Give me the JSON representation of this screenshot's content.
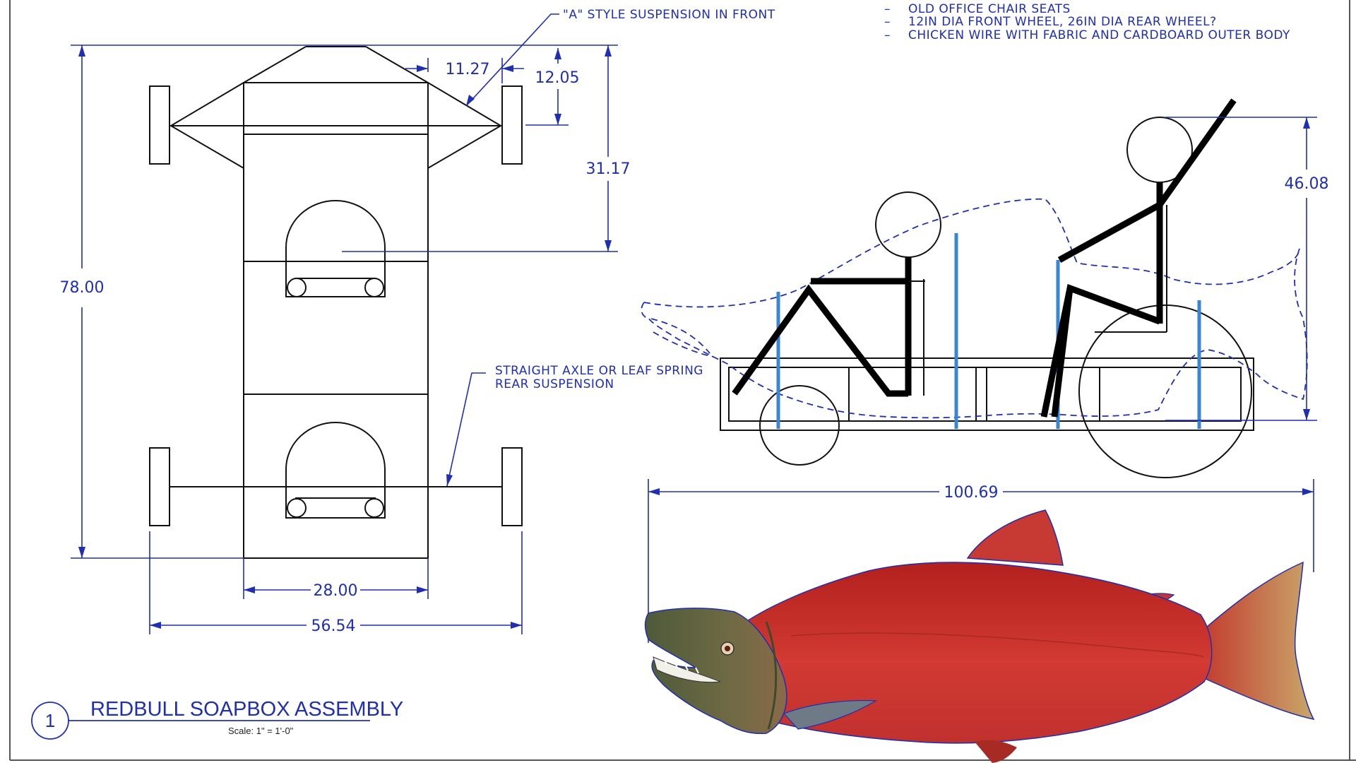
{
  "notes": {
    "items": [
      "OLD OFFICE CHAIR SEATS",
      "12IN DIA FRONT WHEEL, 26IN DIA REAR WHEEL?",
      "CHICKEN WIRE WITH FABRIC AND CARDBOARD OUTER BODY"
    ]
  },
  "callouts": {
    "front_suspension": "\"A\" STYLE SUSPENSION IN FRONT",
    "rear_suspension_line1": "STRAIGHT AXLE OR LEAF SPRING",
    "rear_suspension_line2": "REAR SUSPENSION"
  },
  "dimensions": {
    "overall_length": "78.00",
    "wheel_offset": "11.27",
    "wheel_offset_vertical": "12.05",
    "front_to_seat": "31.17",
    "body_width": "28.00",
    "track_width": "56.54",
    "side_height": "46.08",
    "fish_length": "100.69"
  },
  "title_block": {
    "number": "1",
    "title": "REDBULL SOAPBOX ASSEMBLY",
    "scale": "Scale: 1\" = 1'-0\""
  },
  "colors": {
    "ink_blue": "#1f2fb0",
    "post_blue": "#3a86d4",
    "salmon_red": "#c8312c"
  }
}
